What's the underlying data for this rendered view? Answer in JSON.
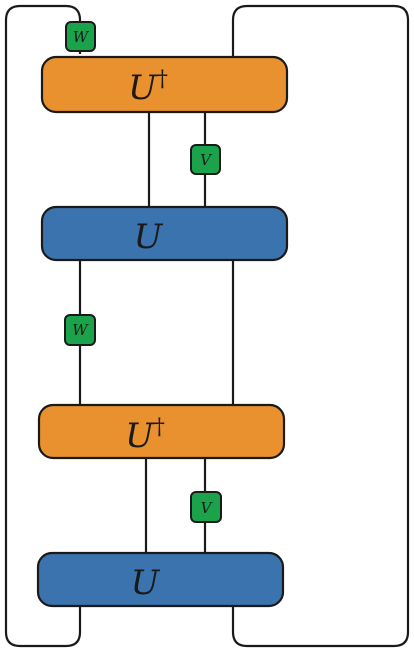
{
  "diagram": {
    "colors": {
      "unitary_fill": "#3A73AE",
      "adjoint_fill": "#E9912E",
      "small_gate_fill": "#1AA34A",
      "stroke": "#1a1a1a",
      "background": "#ffffff"
    },
    "gates": {
      "u_dagger_top": {
        "base": "U",
        "superscript": "†"
      },
      "u_top": {
        "base": "U"
      },
      "u_dagger_bottom": {
        "base": "U",
        "superscript": "†"
      },
      "u_bottom": {
        "base": "U"
      }
    },
    "small_gates": {
      "w_top": "W",
      "v_upper": "V",
      "w_middle": "W",
      "v_lower": "V"
    }
  }
}
